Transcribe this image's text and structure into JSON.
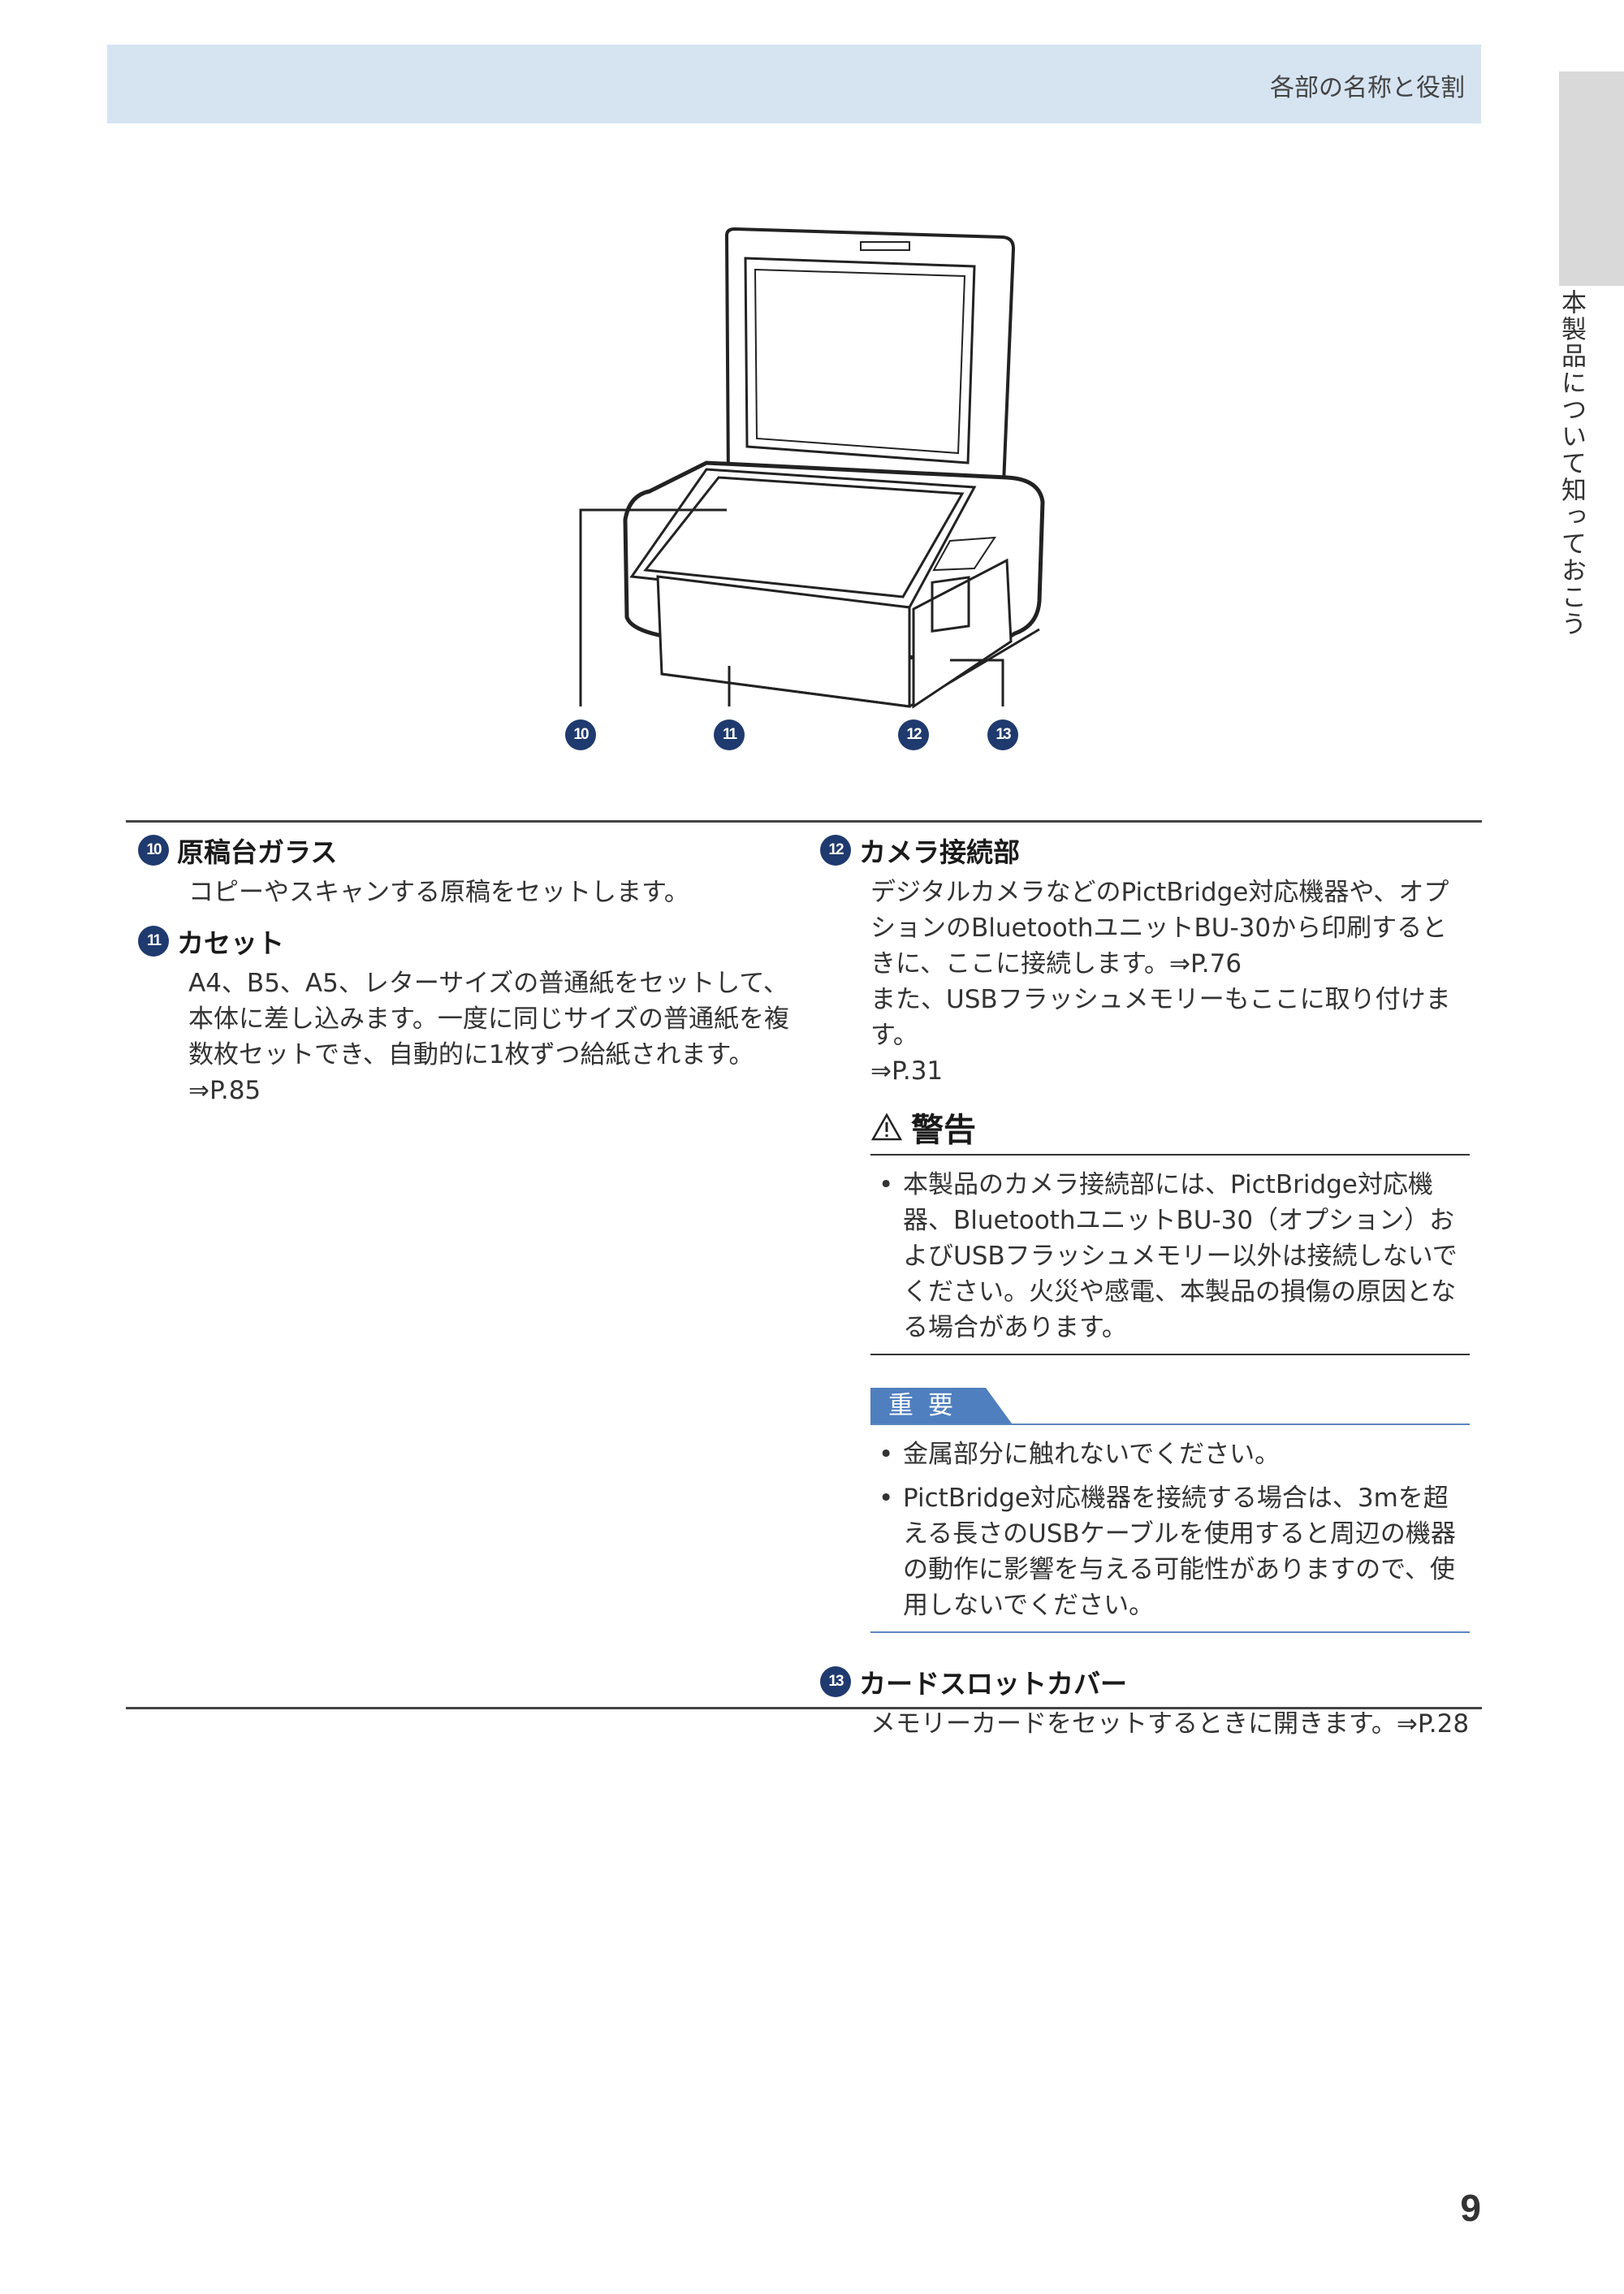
{
  "header": {
    "section_title": "各部の名称と役割"
  },
  "side_tab": {
    "label": "本製品について知っておこう"
  },
  "figure": {
    "callouts": [
      "10",
      "11",
      "12",
      "13"
    ]
  },
  "items": {
    "i10": {
      "num": "10",
      "title": "原稿台ガラス",
      "body": "コピーやスキャンする原稿をセットします。"
    },
    "i11": {
      "num": "11",
      "title": "カセット",
      "body": "A4、B5、A5、レターサイズの普通紙をセットして、\n本体に差し込みます。一度に同じサイズの普通紙を複\n数枚セットでき、自動的に1枚ずつ給紙されます。\n⇒P.85"
    },
    "i12": {
      "num": "12",
      "title": "カメラ接続部",
      "body": "デジタルカメラなどのPictBridge対応機器や、オプ\nションのBluetoothユニットBU-30から印刷すると\nきに、ここに接続します。⇒P.76\nまた、USBフラッシュメモリーもここに取り付けます。\n⇒P.31"
    },
    "i13": {
      "num": "13",
      "title": "カードスロットカバー",
      "body": "メモリーカードをセットするときに開きます。⇒P.28"
    }
  },
  "warning": {
    "title": "警告",
    "bullets": [
      "本製品のカメラ接続部には、PictBridge対応機器、BluetoothユニットBU-30（オプション）およびUSBフラッシュメモリー以外は接続しないでください。火災や感電、本製品の損傷の原因となる場合があります。"
    ]
  },
  "important": {
    "title": "重要",
    "bullets": [
      "金属部分に触れないでください。",
      "PictBridge対応機器を接続する場合は、3mを超える長さのUSBケーブルを使用すると周辺の機器の動作に影響を与える可能性がありますので、使用しないでください。"
    ]
  },
  "page_number": "9",
  "colors": {
    "header_band": "#d6e4f2",
    "side_tab": "#d9d9d9",
    "number_badge": "#1f3a6e",
    "important_accent": "#4f7fbf"
  }
}
